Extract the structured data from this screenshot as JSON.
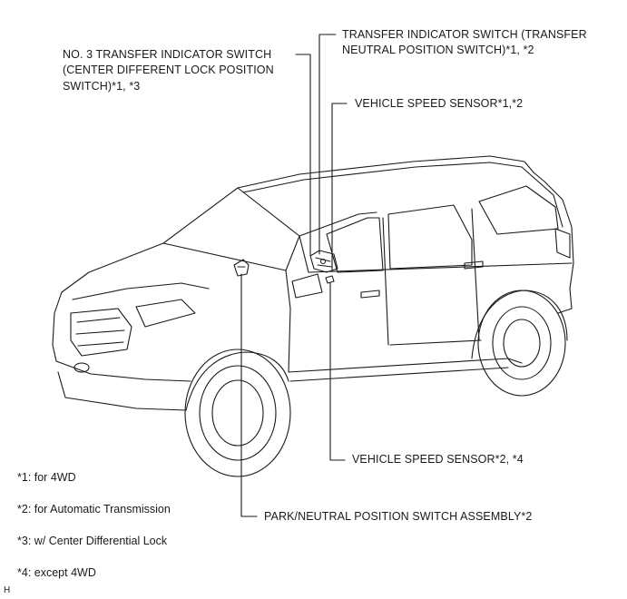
{
  "labels": {
    "transfer_indicator_line1": "TRANSFER INDICATOR SWITCH (TRANSFER",
    "transfer_indicator_line2": "NEUTRAL POSITION SWITCH)*1, *2",
    "no3_line1": "NO. 3 TRANSFER INDICATOR SWITCH",
    "no3_line2": "(CENTER DIFFERENT LOCK POSITION",
    "no3_line3": "SWITCH)*1, *3",
    "vss_1_2": "VEHICLE SPEED SENSOR*1,*2",
    "vss_2_4": "VEHICLE SPEED SENSOR*2, *4",
    "park_neutral": "PARK/NEUTRAL POSITION SWITCH ASSEMBLY*2"
  },
  "notes": [
    "*1: for 4WD",
    "*2: for Automatic Transmission",
    "*3: w/ Center Differential Lock",
    "*4: except 4WD"
  ],
  "corner_mark": "H",
  "colors": {
    "line": "#1a1a1a",
    "background": "#ffffff"
  }
}
